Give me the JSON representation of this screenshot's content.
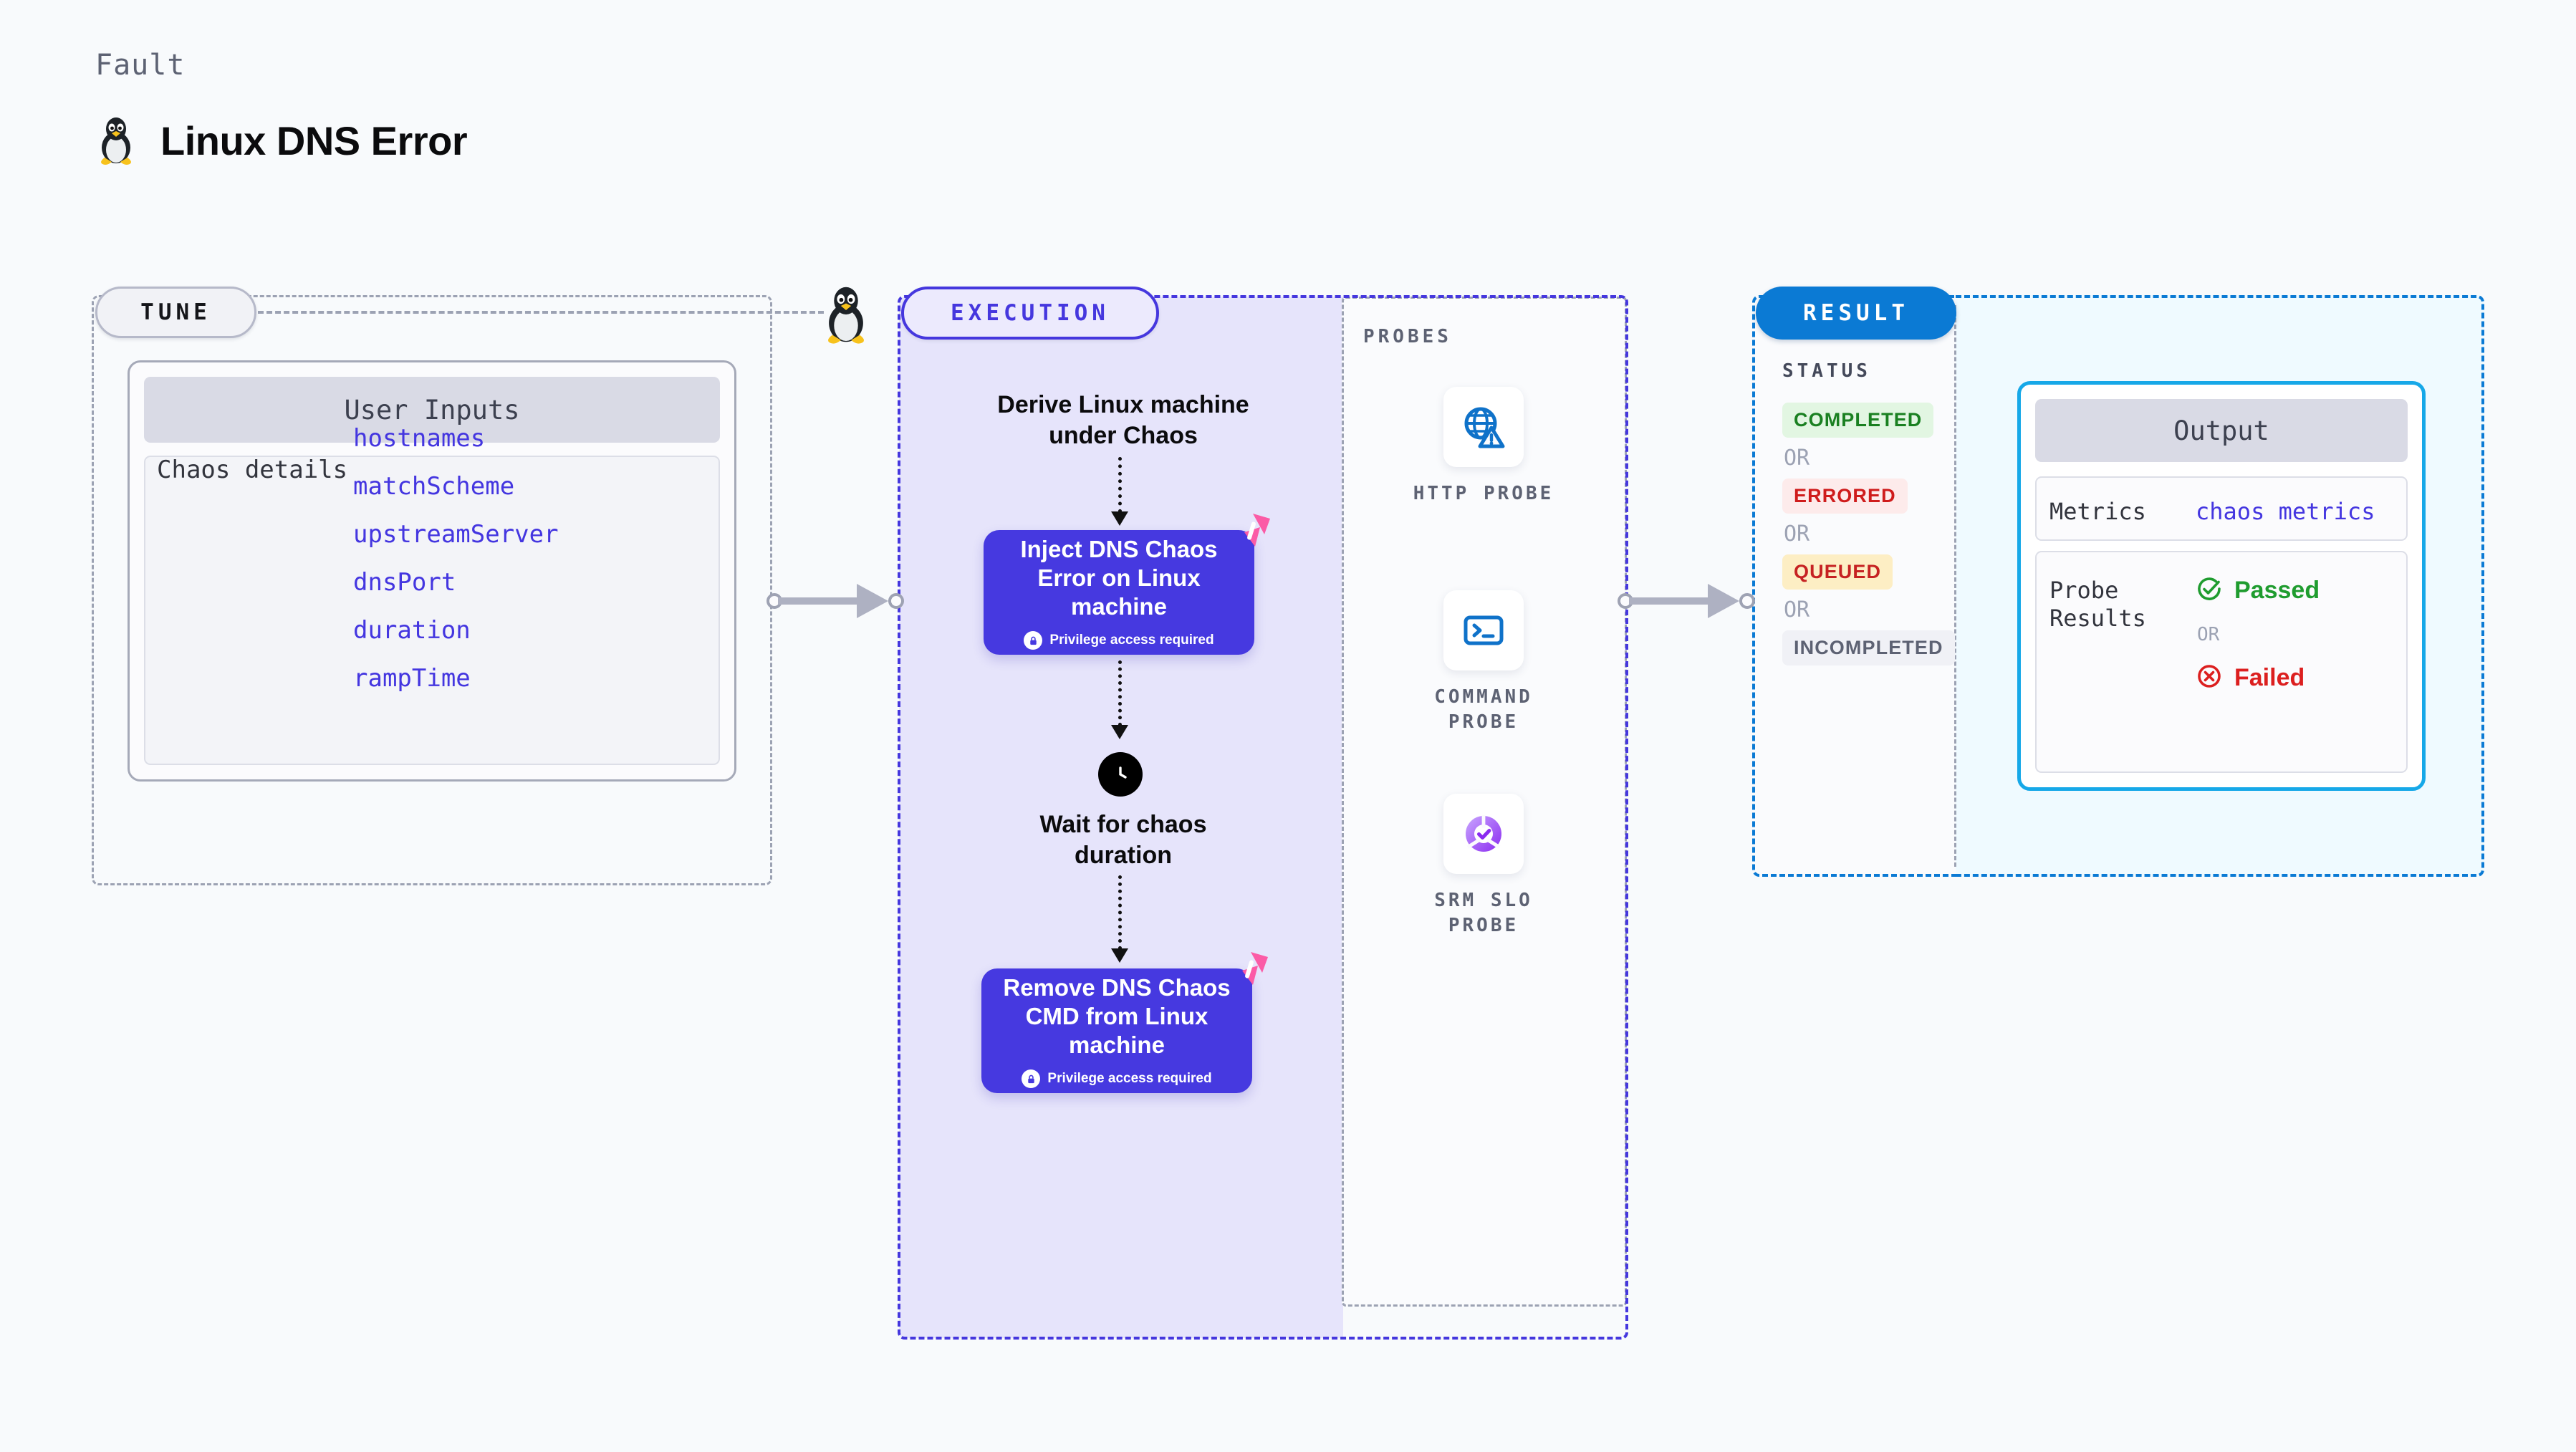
{
  "header": {
    "eyebrow": "Fault",
    "title": "Linux DNS Error",
    "icon": "linux-penguin-icon"
  },
  "tune": {
    "pill_label": "TUNE",
    "icon": "linux-penguin-icon",
    "card": {
      "title": "User Inputs",
      "group_key": "Chaos details",
      "values": [
        "hostnames",
        "matchScheme",
        "upstreamServer",
        "dnsPort",
        "duration",
        "rampTime"
      ]
    }
  },
  "execution": {
    "pill_label": "EXECUTION",
    "steps": [
      {
        "kind": "text",
        "label": "Derive Linux machine\nunder Chaos"
      },
      {
        "kind": "node",
        "title": "Inject DNS Chaos\nError on Linux\nmachine",
        "note": "Privilege access required",
        "badge_icon": "harness-logo-icon",
        "lock_icon": "lock-icon"
      },
      {
        "kind": "wait",
        "label": "Wait for chaos\nduration",
        "icon": "clock-icon"
      },
      {
        "kind": "node",
        "title": "Remove DNS Chaos\nCMD from Linux\nmachine",
        "note": "Privilege access required",
        "badge_icon": "harness-logo-icon",
        "lock_icon": "lock-icon"
      }
    ]
  },
  "probes": {
    "section_label": "PROBES",
    "items": [
      {
        "caption": "HTTP PROBE",
        "icon": "globe-warning-icon"
      },
      {
        "caption": "COMMAND PROBE",
        "icon": "terminal-prompt-icon"
      },
      {
        "caption": "SRM SLO PROBE",
        "icon": "slo-check-icon"
      }
    ]
  },
  "result": {
    "pill_label": "RESULT",
    "status_label": "STATUS",
    "or_label": "OR",
    "statuses": [
      {
        "label": "COMPLETED",
        "text_color": "#1a8021",
        "bg_color": "#e2f6e2"
      },
      {
        "label": "ERRORED",
        "text_color": "#cf1c1c",
        "bg_color": "#fdebeb"
      },
      {
        "label": "QUEUED",
        "text_color": "#c62222",
        "bg_color": "#fdeec4"
      },
      {
        "label": "INCOMPLETED",
        "text_color": "#5d6273",
        "bg_color": "#f0f1f6"
      }
    ],
    "output": {
      "title": "Output",
      "metrics_key": "Metrics",
      "metrics_value": "chaos metrics",
      "probe_key": "Probe\nResults",
      "passed_label": "Passed",
      "failed_label": "Failed",
      "or_label": "OR",
      "passed_icon": "check-circle-icon",
      "failed_icon": "x-circle-icon"
    }
  },
  "colors": {
    "background": "#f8fafc",
    "tune_accent": "#9ca2b3",
    "execution_accent": "#4537de",
    "result_accent": "#0b7ad4",
    "output_accent": "#16a8e8",
    "node_fill": "#4639e0",
    "harness_pink": "#ff5caa",
    "mono_value": "#4436e0"
  }
}
